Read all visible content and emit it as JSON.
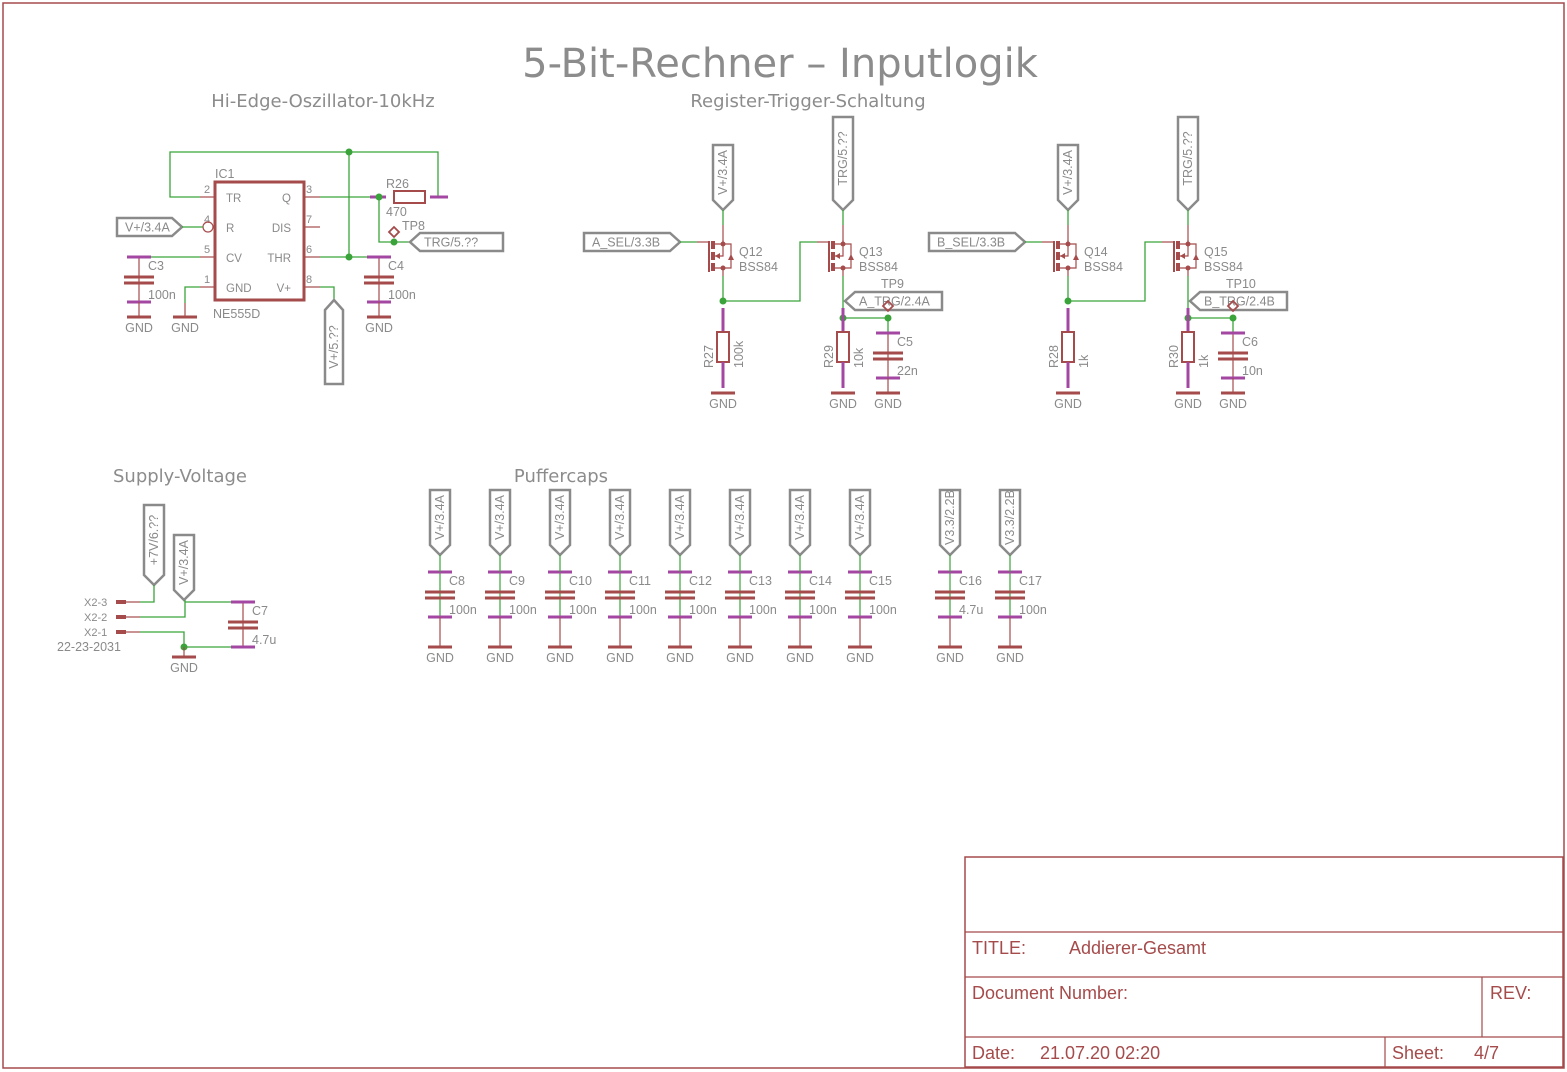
{
  "title": "5-Bit-Rechner – Inputlogik",
  "sections": {
    "oscillator": "Hi-Edge-Oszillator-10kHz",
    "register": "Register-Trigger-Schaltung",
    "supply": "Supply-Voltage",
    "puffer": "Puffercaps"
  },
  "labels": {
    "gnd": "GND"
  },
  "colors": {
    "symbol": "#a54b4b",
    "net": "#3aa33a",
    "pin": "#a347a3",
    "text": "#8a8a8a"
  },
  "ic1": {
    "name": "IC1",
    "value": "NE555D",
    "pins_left": [
      {
        "num": "2",
        "name": "TR"
      },
      {
        "num": "4",
        "name": "R"
      },
      {
        "num": "5",
        "name": "CV"
      },
      {
        "num": "1",
        "name": "GND"
      }
    ],
    "pins_right": [
      {
        "num": "3",
        "name": "Q"
      },
      {
        "num": "7",
        "name": "DIS"
      },
      {
        "num": "6",
        "name": "THR"
      },
      {
        "num": "8",
        "name": "V+"
      }
    ]
  },
  "oscillator": {
    "r26": {
      "name": "R26",
      "value": "470"
    },
    "tp8": "TP8",
    "c3": {
      "name": "C3",
      "value": "100n"
    },
    "c4": {
      "name": "C4",
      "value": "100n"
    },
    "nets": {
      "vplus": "V+/3.4A",
      "trg": "TRG/5.??",
      "vplus5": "V+/5.??"
    }
  },
  "register": {
    "blocks": [
      {
        "sel": "A_SEL/3.3B",
        "vplus": "V+/3.4A",
        "trg": "TRG/5.??",
        "out": "A_TRG/2.4A",
        "tp": "TP9",
        "q_in": {
          "name": "Q12",
          "value": "BSS84"
        },
        "r_in": {
          "name": "R27",
          "value": "100k"
        },
        "q_out": {
          "name": "Q13",
          "value": "BSS84"
        },
        "r_out": {
          "name": "R29",
          "value": "10k"
        },
        "cap": {
          "name": "C5",
          "value": "22n"
        }
      },
      {
        "sel": "B_SEL/3.3B",
        "vplus": "V+/3.4A",
        "trg": "TRG/5.??",
        "out": "B_TRG/2.4B",
        "tp": "TP10",
        "q_in": {
          "name": "Q14",
          "value": "BSS84"
        },
        "r_in": {
          "name": "R28",
          "value": "1k"
        },
        "q_out": {
          "name": "Q15",
          "value": "BSS84"
        },
        "r_out": {
          "name": "R30",
          "value": "1k"
        },
        "cap": {
          "name": "C6",
          "value": "10n"
        }
      }
    ]
  },
  "supply": {
    "connector": [
      "X2-3",
      "X2-2",
      "X2-1"
    ],
    "connector_part": "22-23-2031",
    "nets": [
      "+7V/6.??",
      "V+/3.4A"
    ],
    "cap": {
      "name": "C7",
      "value": "4.7u"
    }
  },
  "puffercaps": [
    {
      "net": "V+/3.4A",
      "name": "C8",
      "value": "100n"
    },
    {
      "net": "V+/3.4A",
      "name": "C9",
      "value": "100n"
    },
    {
      "net": "V+/3.4A",
      "name": "C10",
      "value": "100n"
    },
    {
      "net": "V+/3.4A",
      "name": "C11",
      "value": "100n"
    },
    {
      "net": "V+/3.4A",
      "name": "C12",
      "value": "100n"
    },
    {
      "net": "V+/3.4A",
      "name": "C13",
      "value": "100n"
    },
    {
      "net": "V+/3.4A",
      "name": "C14",
      "value": "100n"
    },
    {
      "net": "V+/3.4A",
      "name": "C15",
      "value": "100n"
    },
    {
      "net": "V3.3/2.2B",
      "name": "C16",
      "value": "4.7u"
    },
    {
      "net": "V3.3/2.2B",
      "name": "C17",
      "value": "100n"
    }
  ],
  "title_block": {
    "title_label": "TITLE:",
    "title": "Addierer-Gesamt",
    "doc_label": "Document Number:",
    "rev_label": "REV:",
    "date_label": "Date:",
    "date": "21.07.20 02:20",
    "sheet_label": "Sheet:",
    "sheet": "4/7"
  }
}
